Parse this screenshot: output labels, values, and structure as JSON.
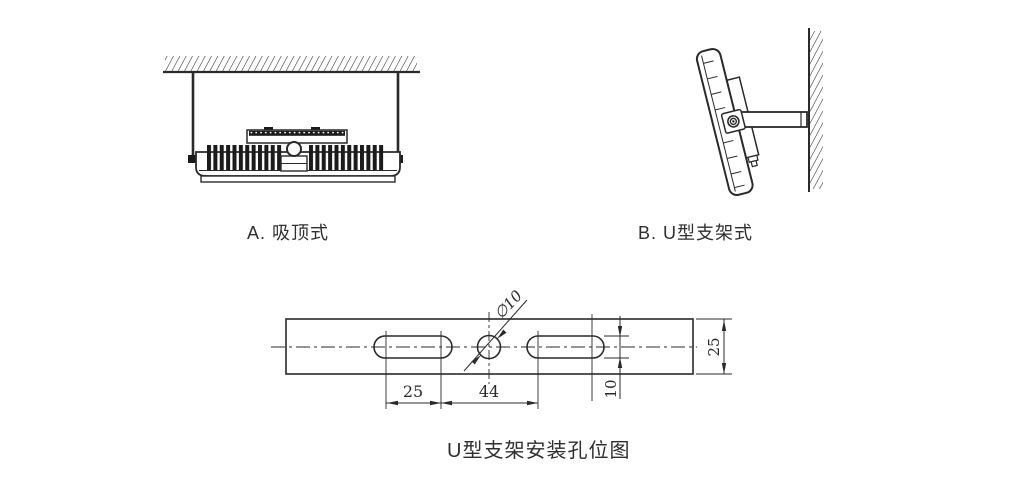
{
  "figure_a": {
    "label": "A. 吸顶式"
  },
  "figure_b": {
    "label": "B. U型支架式"
  },
  "hole_diagram": {
    "caption": "U型支架安装孔位图",
    "dims": {
      "slot_length": "25",
      "center_span": "44",
      "slot_width": "10",
      "plate_width": "25",
      "hole_diameter": "∅10"
    }
  },
  "colors": {
    "line": "#2a2a2a",
    "background": "#ffffff"
  }
}
